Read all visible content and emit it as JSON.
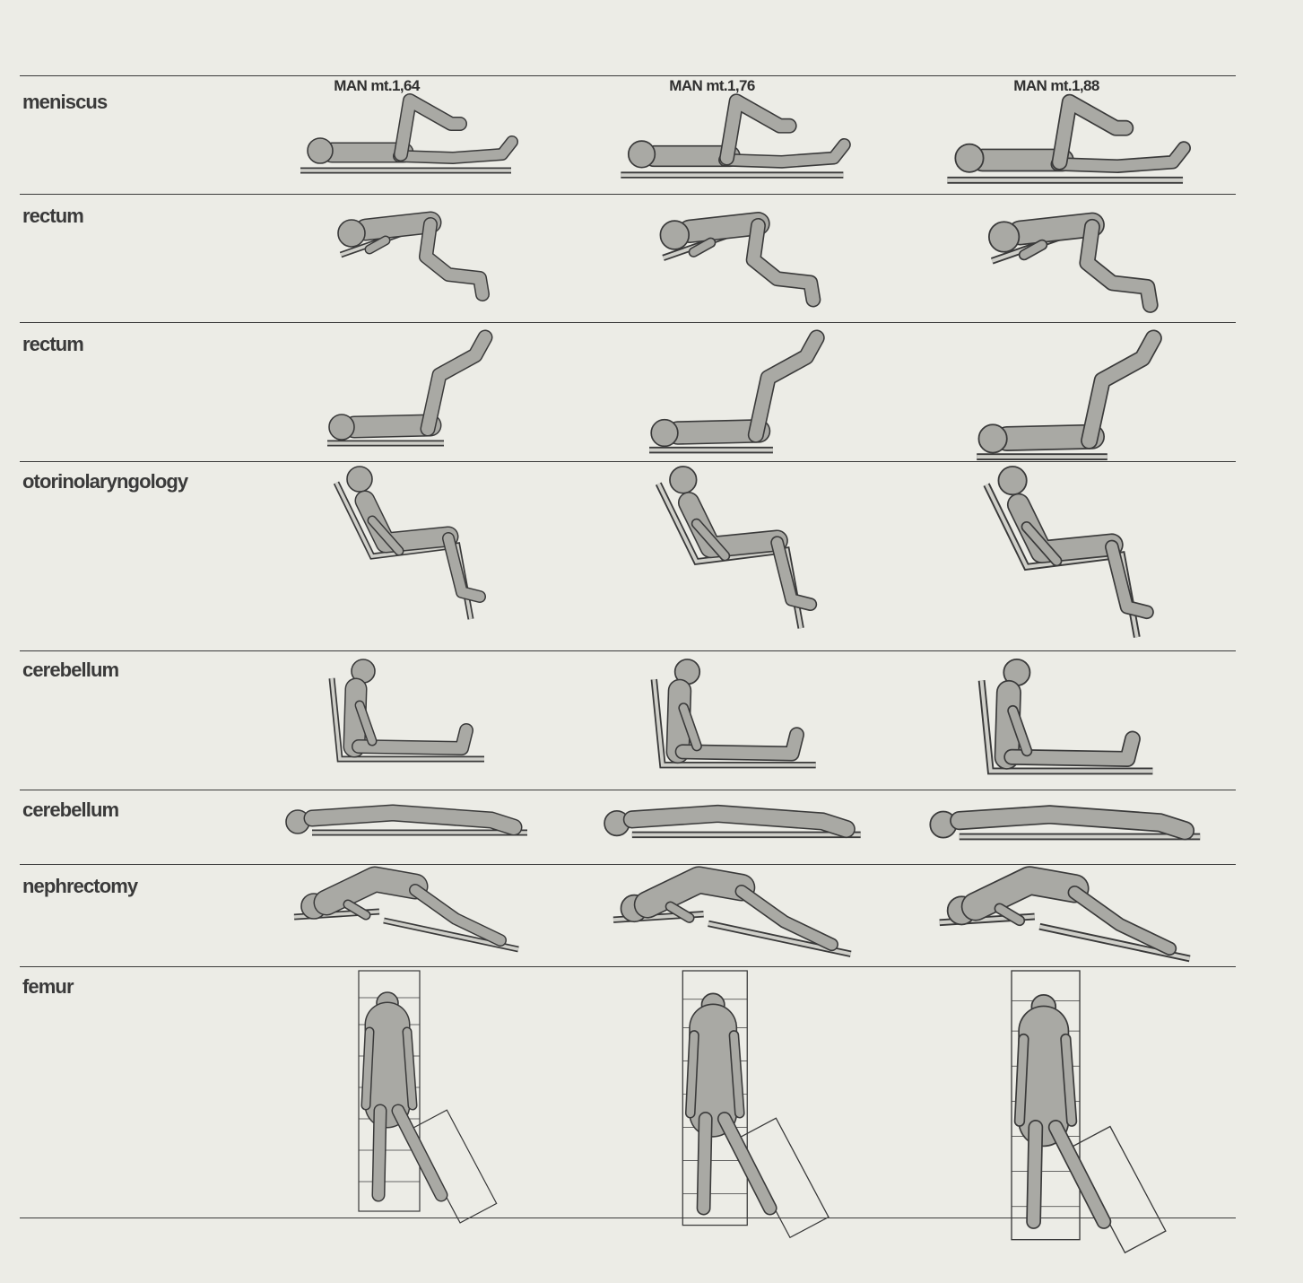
{
  "columns": [
    "MAN mt.1,64",
    "MAN mt.1,76",
    "MAN mt.1,88"
  ],
  "rows": [
    {
      "label": "meniscus",
      "pose": "supine-knee-flexed"
    },
    {
      "label": "rectum",
      "pose": "knee-chest"
    },
    {
      "label": "rectum",
      "pose": "lithotomy-legs-up"
    },
    {
      "label": "otorinolaryngology",
      "pose": "reclined-seated"
    },
    {
      "label": "cerebellum",
      "pose": "upright-seated-legs-extended"
    },
    {
      "label": "cerebellum",
      "pose": "prone-flat"
    },
    {
      "label": "nephrectomy",
      "pose": "flexed-lateral"
    },
    {
      "label": "femur",
      "pose": "standing-leg-abducted"
    }
  ],
  "colors": {
    "background": "#ecece6",
    "figure_fill": "#a9a9a4",
    "figure_stroke": "#3a3a3a",
    "rule": "#3a3a3a",
    "table": "#6a6a66"
  }
}
